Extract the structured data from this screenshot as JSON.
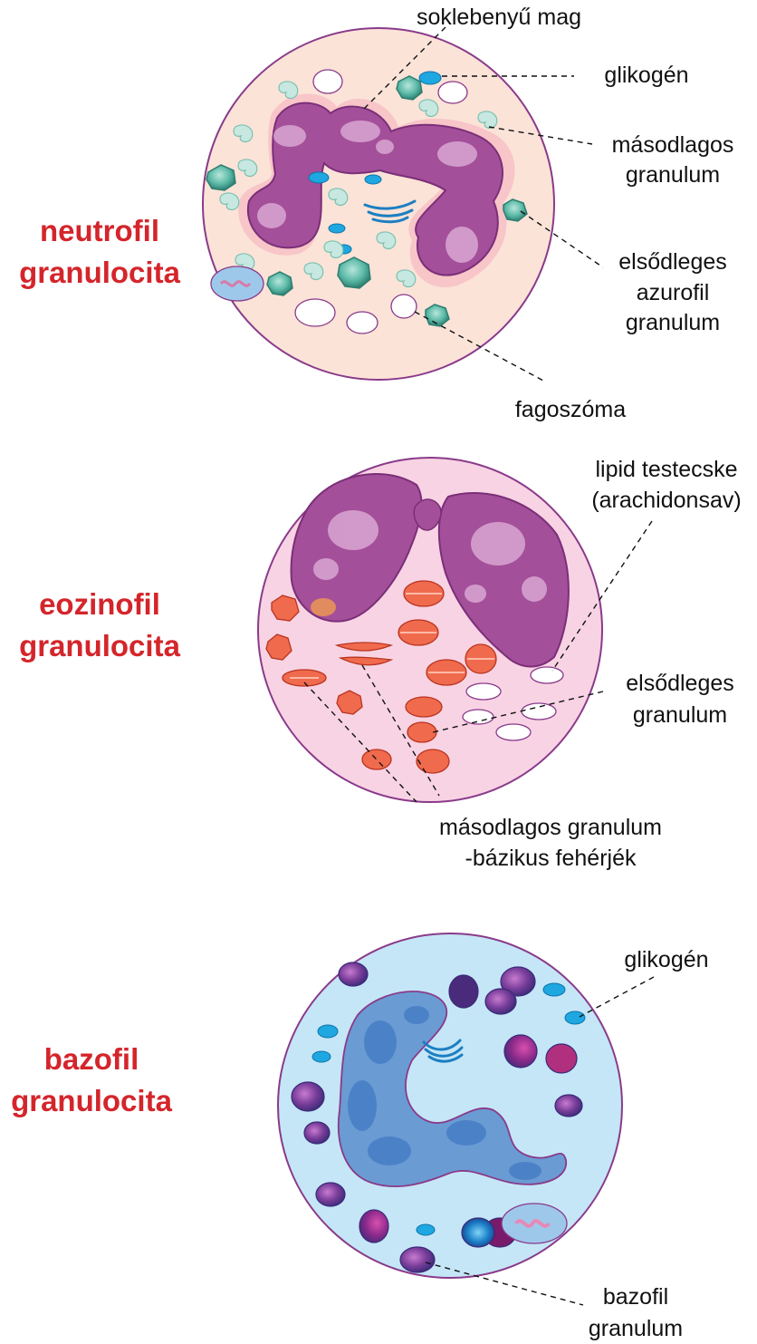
{
  "colors": {
    "title_red": "#d4252b",
    "neutrophil_cytoplasm": "#fbe3d8",
    "neutrophil_nucleus": "#a44f9a",
    "eosinophil_cytoplasm": "#f8d3e4",
    "eosinophil_granule": "#f06a4e",
    "basophil_cytoplasm": "#c5e6f7",
    "basophil_nucleus": "#6a9bd3",
    "basophil_granule": "#5a3d8c",
    "glycogen": "#1ea7e0",
    "azurophil_granule": "#5bb9a6",
    "membrane": "#8a3a8a"
  },
  "neutrophil": {
    "title_line1": "neutrofil",
    "title_line2": "granulocita",
    "labels": {
      "nucleus": "soklebenyű mag",
      "glycogen": "glikogén",
      "secondary_line1": "másodlagos",
      "secondary_line2": "granulum",
      "primary_line1": "elsődleges",
      "primary_line2": "azurofil",
      "primary_line3": "granulum",
      "phagosome": "fagoszóma"
    }
  },
  "eosinophil": {
    "title_line1": "eozinofil",
    "title_line2": "granulocita",
    "labels": {
      "lipid_line1": "lipid testecske",
      "lipid_line2": "(arachidonsav)",
      "primary_line1": "elsődleges",
      "primary_line2": "granulum",
      "secondary_line1": "másodlagos   granulum",
      "secondary_line2": "-bázikus fehérjék"
    }
  },
  "basophil": {
    "title_line1": "bazofil",
    "title_line2": "granulocita",
    "labels": {
      "glycogen": "glikogén",
      "granule_line1": "bazofil",
      "granule_line2": "granulum"
    }
  }
}
